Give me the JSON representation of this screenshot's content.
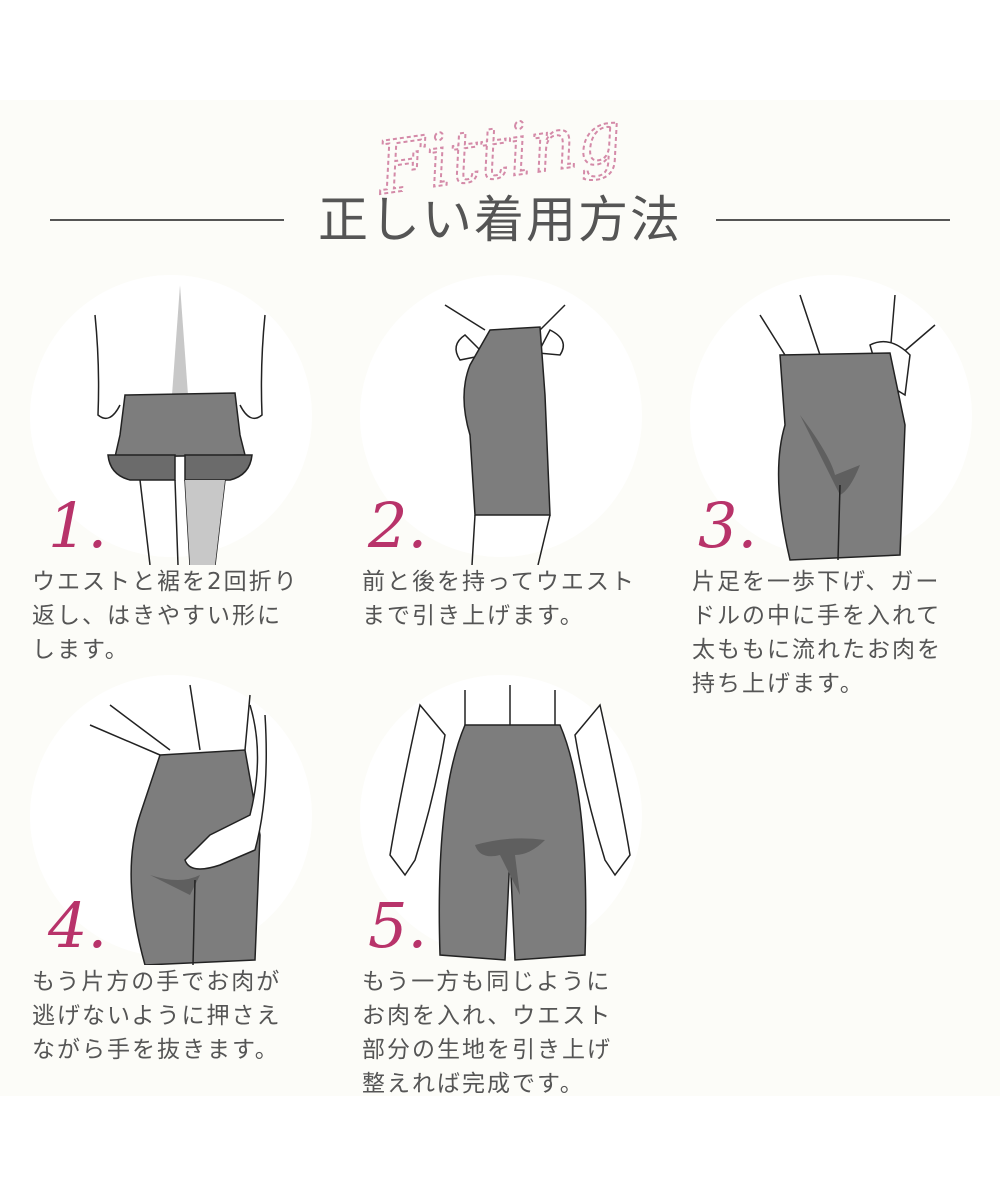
{
  "header": {
    "script_title": "Fitting",
    "title": "正しい着用方法"
  },
  "colors": {
    "accent_magenta": "#b8336a",
    "script_pink": "#d48aa8",
    "text_gray": "#555555",
    "garment_gray": "#7d7d7d",
    "background_cream": "#fcfcf8"
  },
  "steps": [
    {
      "number": "1.",
      "illustration": "rolled-girdle-pulled-up-legs-illustration",
      "text": "ウエストと裾を2回折り\n返し、はきやすい形に\nします。"
    },
    {
      "number": "2.",
      "illustration": "girdle-pulled-to-waist-side-view-illustration",
      "text": "前と後を持ってウエスト\nまで引き上げます。"
    },
    {
      "number": "3.",
      "illustration": "hand-inside-girdle-illustration",
      "text": "片足を一歩下げ、ガー\nドルの中に手を入れて\n太ももに流れたお肉を\n持ち上げます。"
    },
    {
      "number": "4.",
      "illustration": "hand-pressing-hip-illustration",
      "text": "もう片方の手でお肉が\n逃げないように押さえ\nながら手を抜きます。"
    },
    {
      "number": "5.",
      "illustration": "finished-girdle-back-view-illustration",
      "text": "もう一方も同じように\nお肉を入れ、ウエスト\n部分の生地を引き上げ\n整えれば完成です。"
    }
  ]
}
